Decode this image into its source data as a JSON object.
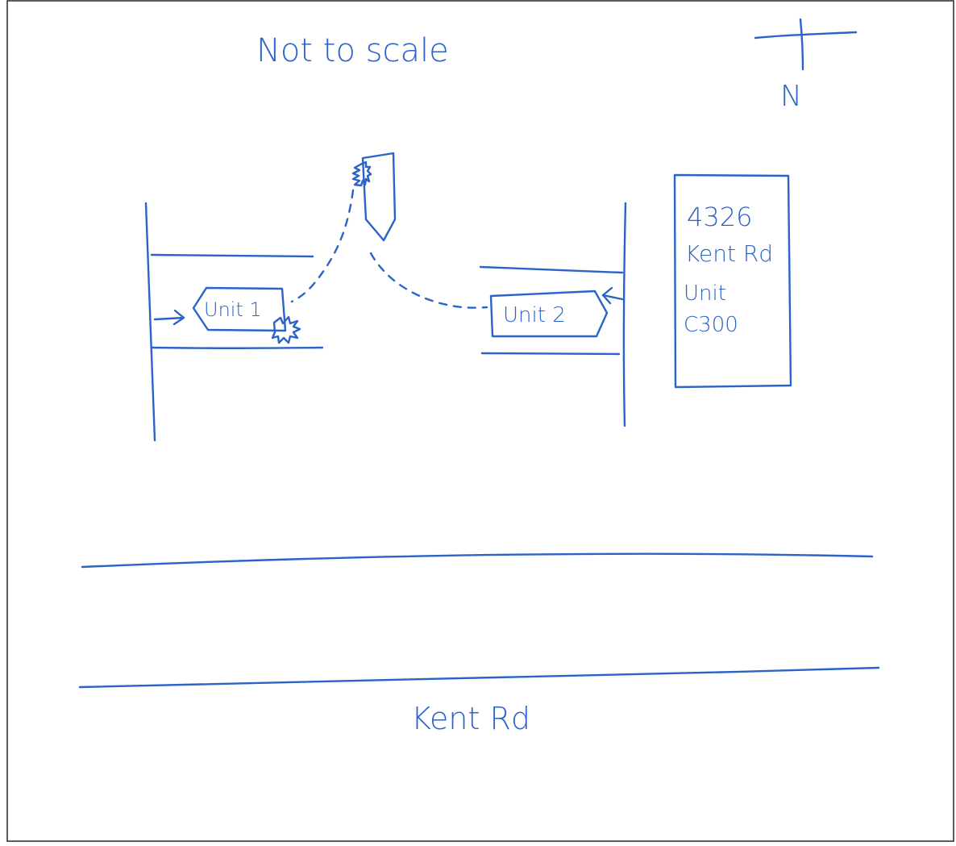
{
  "note": "Not to scale",
  "compass": {
    "label": "N"
  },
  "vehicles": [
    {
      "label": "Unit 1"
    },
    {
      "label": "Unit 2"
    }
  ],
  "building": {
    "line1": "4326",
    "line2": "Kent Rd",
    "line3": "Unit",
    "line4": "C300"
  },
  "road": {
    "label": "Kent Rd"
  },
  "colors": {
    "ink": "#2b63c9",
    "border": "#333333"
  }
}
